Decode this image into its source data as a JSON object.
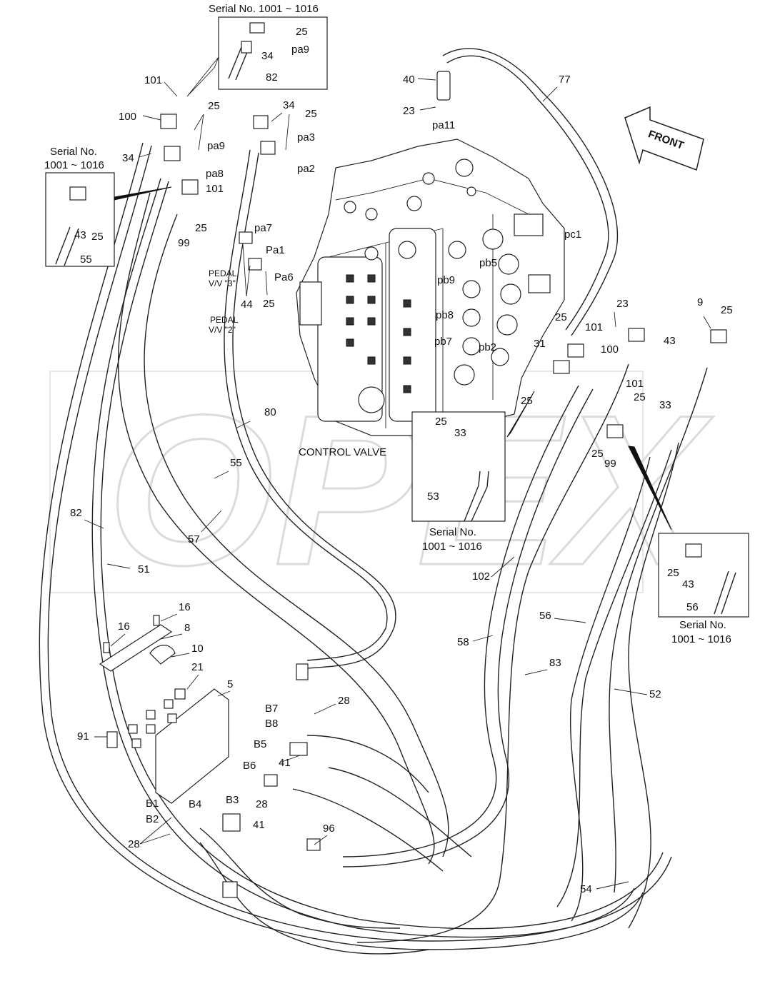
{
  "serial_boxes": [
    {
      "title": "Serial No. 1001 ~ 1016",
      "labels": [
        "25",
        "34",
        "pa9",
        "82"
      ]
    },
    {
      "title_line1": "Serial No.",
      "title_line2": "1001 ~ 1016",
      "labels": [
        "43",
        "25",
        "55"
      ]
    },
    {
      "title_line1": "Serial No.",
      "title_line2": "1001 ~ 1016",
      "labels": [
        "25",
        "33",
        "53"
      ]
    },
    {
      "title_line1": "Serial No.",
      "title_line2": "1001 ~ 1016",
      "labels": [
        "25",
        "43",
        "56"
      ]
    }
  ],
  "watermark": "OPEX",
  "front_label": "FRONT",
  "control_valve_label": "CONTROL VALVE",
  "pedal_labels": [
    {
      "line1": "PEDAL",
      "line2": "V/V  \"3\""
    },
    {
      "line1": "PEDAL",
      "line2": "V/V  \"2\""
    }
  ],
  "port_labels": [
    "pa9",
    "pa8",
    "pa3",
    "pa2",
    "pa7",
    "Pa1",
    "Pa6",
    "pa11",
    "pc1",
    "pb5",
    "pb9",
    "pb8",
    "pb7",
    "pb2",
    "B7",
    "B8",
    "B5",
    "B6",
    "B1",
    "B4",
    "B3",
    "B2"
  ],
  "part_numbers": [
    "101",
    "100",
    "34",
    "25",
    "34",
    "25",
    "101",
    "25",
    "99",
    "40",
    "23",
    "77",
    "44",
    "25",
    "25",
    "23",
    "9",
    "25",
    "101",
    "100",
    "31",
    "43",
    "101",
    "25",
    "33",
    "25",
    "99",
    "25",
    "25",
    "33",
    "80",
    "55",
    "57",
    "51",
    "82",
    "102",
    "58",
    "56",
    "83",
    "52",
    "54",
    "16",
    "16",
    "8",
    "10",
    "21",
    "5",
    "91",
    "28",
    "41",
    "28",
    "41",
    "96",
    "28",
    "53"
  ]
}
